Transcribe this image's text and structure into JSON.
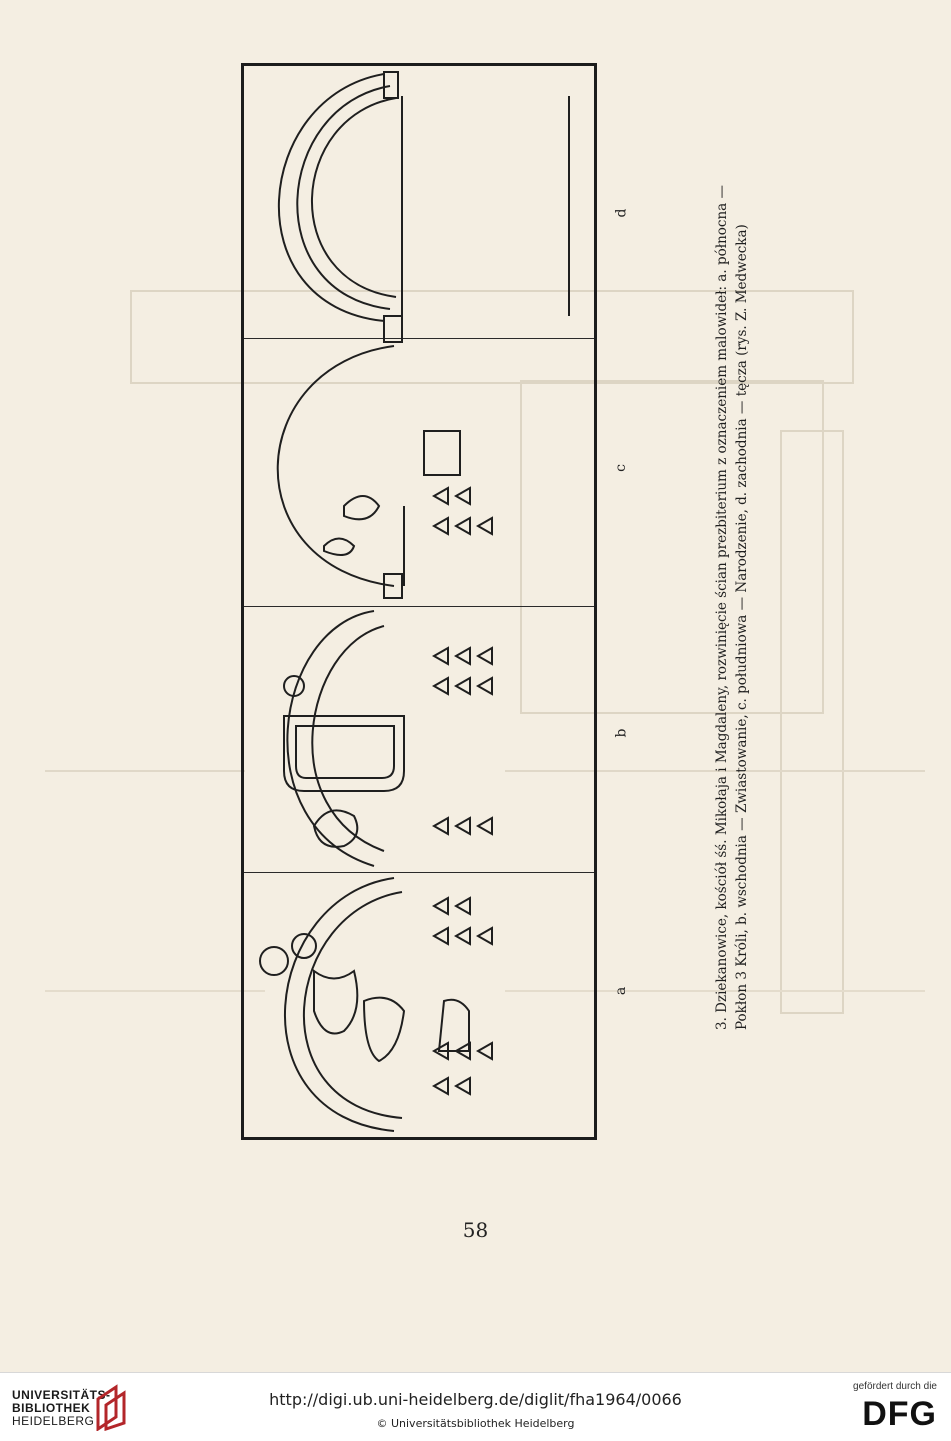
{
  "caption": {
    "line1": "3. Dziekanowice, kościół śś. Mikołaja i Magdaleny, rozwinięcie ścian prezbiterium z oznaczeniem malowideł: a. północna —",
    "line2": "Pokłon 3 Króli, b. wschodnia — Zwiastowanie, c. południowa — Narodzenie, d. zachodnia — tęcza (rys. Z. Medwecka)"
  },
  "panels": {
    "a": "a",
    "b": "b",
    "c": "c",
    "d": "d"
  },
  "page_number": "58",
  "footer": {
    "library_name_1": "UNIVERSITÄTS-",
    "library_name_2": "BIBLIOTHEK",
    "library_name_3": "HEIDELBERG",
    "url": "http://digi.ub.uni-heidelberg.de/diglit/fha1964/0066",
    "copyright": "© Universitätsbibliothek Heidelberg",
    "funder_note": "gefördert durch die",
    "funder_logo": "DFG"
  },
  "icons": [
    "library-logo-icon",
    "dfg-logo-icon"
  ]
}
